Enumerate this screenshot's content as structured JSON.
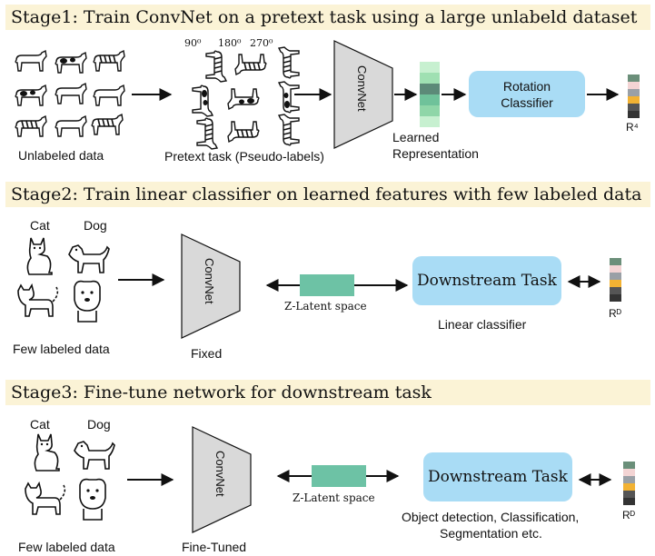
{
  "stage1": {
    "title": "Stage1: Train ConvNet on a pretext task using a large unlabeld dataset",
    "unlabeled_caption": "Unlabeled data",
    "angles": [
      "90⁰",
      "180⁰",
      "270⁰"
    ],
    "pretext_caption": "Pretext task (Pseudo-labels)",
    "convnet_label": "ConvNet",
    "learned_rep_line1": "Learned",
    "learned_rep_line2": "Representation",
    "classifier_line1": "Rotation",
    "classifier_line2": "Classifier",
    "output_label": "R⁴"
  },
  "stage2": {
    "title": "Stage2: Train linear classifier on learned features with few labeled data",
    "cat_label": "Cat",
    "dog_label": "Dog",
    "few_labeled_caption": "Few labeled data",
    "convnet_label": "ConvNet",
    "convnet_caption": "Fixed",
    "latent_caption": "Z-Latent space",
    "task_label": "Downstream Task",
    "task_caption": "Linear classifier",
    "output_label": "Rᴰ"
  },
  "stage3": {
    "title": "Stage3: Fine-tune network for downstream task",
    "cat_label": "Cat",
    "dog_label": "Dog",
    "few_labeled_caption": "Few labeled data",
    "convnet_label": "ConvNet",
    "convnet_caption": "Fine-Tuned",
    "latent_caption": "Z-Latent space",
    "task_label": "Downstream Task",
    "task_caption_line1": "Object detection, Classification,",
    "task_caption_line2": "Segmentation etc.",
    "output_label": "Rᴰ"
  },
  "colors": {
    "banner": "#fbf3d6",
    "convnet_fill": "#d9d9d9",
    "task_box": "#a9dcf5",
    "latent_box": "#6dc2a5",
    "rep_greens": [
      "#c7f0d0",
      "#9fe0b2",
      "#5c8a78",
      "#6fc29a",
      "#8fd6a8",
      "#c7f0d0"
    ],
    "output_bars": [
      "#6b8f7a",
      "#f3d4d4",
      "#9aa0a6",
      "#f2b233",
      "#555555",
      "#333333"
    ]
  },
  "icons": [
    "horse-icon",
    "cow-icon",
    "zebra-icon",
    "cat-icon",
    "dog-icon",
    "arrow-right-icon",
    "double-arrow-icon"
  ]
}
